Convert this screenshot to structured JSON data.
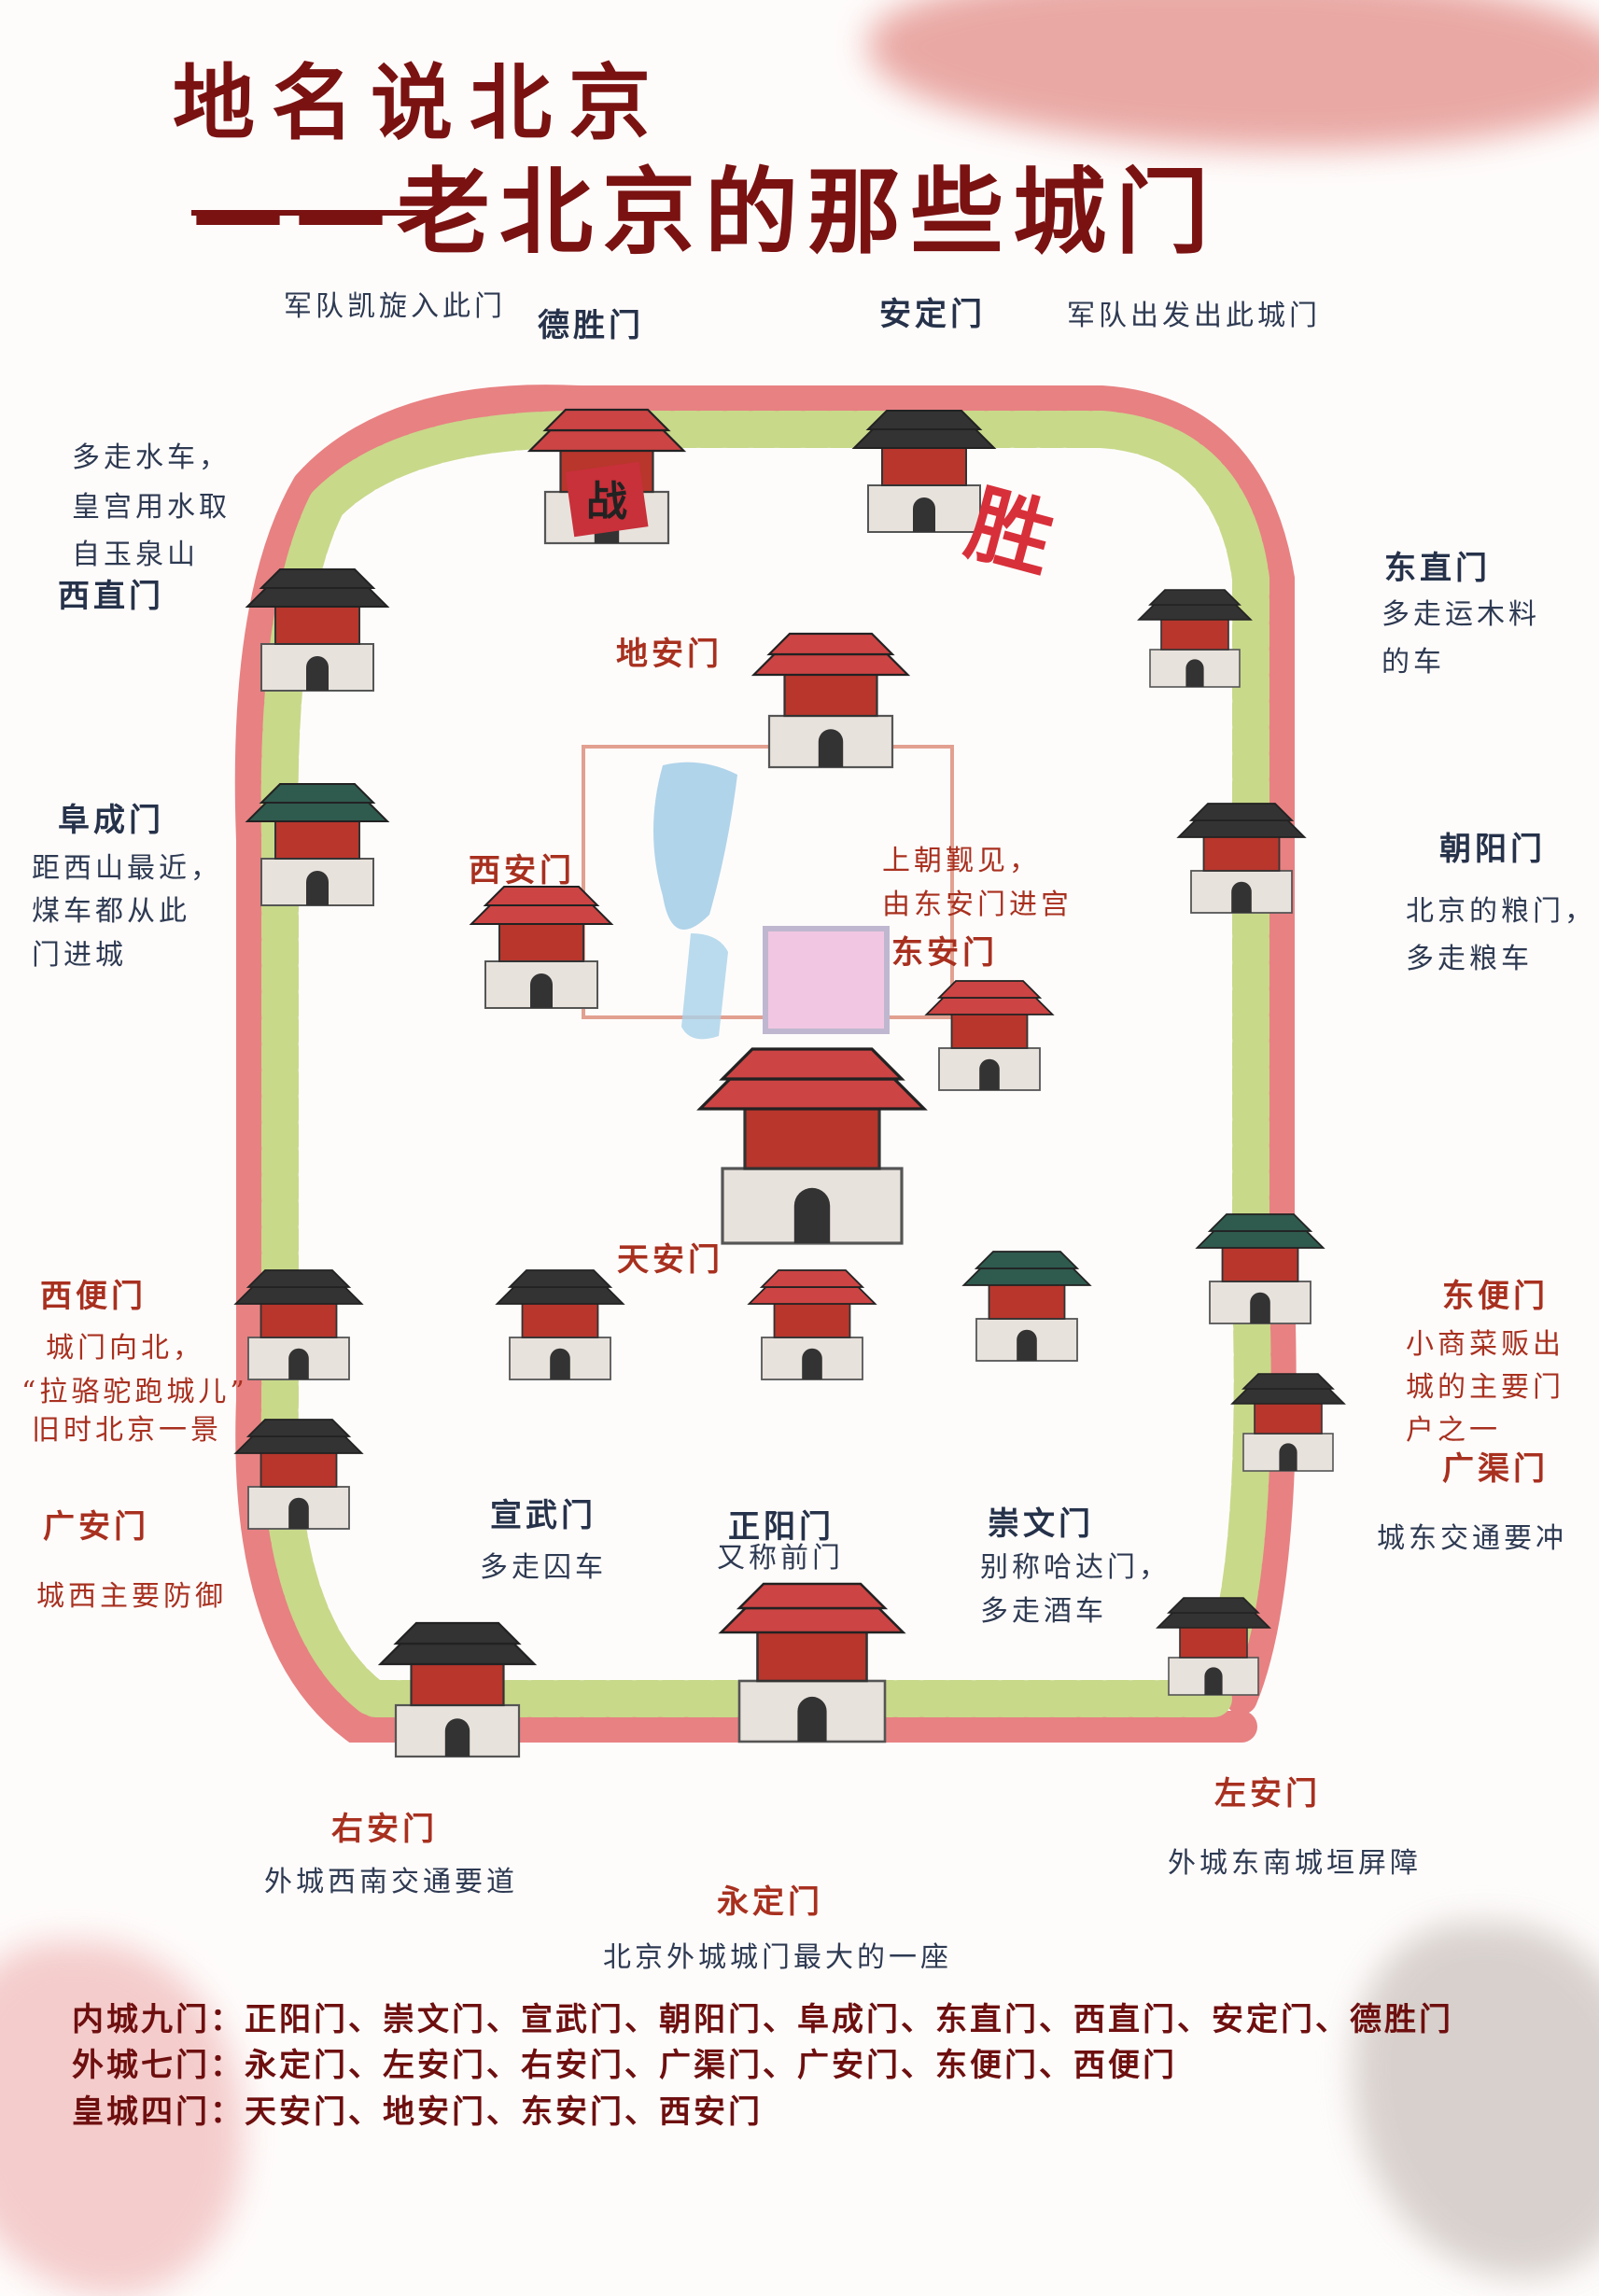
{
  "title": "地名说北京",
  "subtitle": "——老北京的那些城门",
  "colors": {
    "title": "#7a1212",
    "gate_label": "#26324a",
    "accent_red": "#a8301f",
    "wall_green": "#c8d98a",
    "wall_flame": "#e0585a"
  },
  "labels": {
    "desheng_note": "军队凯旋入此门",
    "desheng": "德胜门",
    "anding": "安定门",
    "anding_note": "军队出发出此城门",
    "xizhi_note": [
      "多走水车，",
      "皇宫用水取",
      "自玉泉山"
    ],
    "xizhi": "西直门",
    "dongzhi": "东直门",
    "dongzhi_note": [
      "多走运木料",
      "的车"
    ],
    "dian": "地安门",
    "fucheng": "阜成门",
    "fucheng_note": [
      "距西山最近，",
      "煤车都从此",
      "门进城"
    ],
    "xian": "西安门",
    "dongan_note": [
      "上朝觐见，",
      "由东安门进宫"
    ],
    "dongan": "东安门",
    "chaoyang": "朝阳门",
    "chaoyang_note": [
      "北京的粮门，",
      "多走粮车"
    ],
    "tianan": "天安门",
    "xibian": "西便门",
    "xibian_note": [
      "城门向北，",
      "“拉骆驼跑城儿”",
      "旧时北京一景"
    ],
    "dongbian": "东便门",
    "dongbian_note": [
      "小商菜贩出",
      "城的主要门",
      "户之一"
    ],
    "guangqu": "广渠门",
    "guangqu_note": "城东交通要冲",
    "guangan": "广安门",
    "guangan_note": "城西主要防御",
    "xuanwu": "宣武门",
    "xuanwu_note": "多走囚车",
    "zhengyang": "正阳门",
    "zhengyang_note": "又称前门",
    "chongwen": "崇文门",
    "chongwen_note": [
      "别称哈达门，",
      "多走酒车"
    ],
    "youan": "右安门",
    "youan_note": "外城西南交通要道",
    "zuoan": "左安门",
    "zuoan_note": "外城东南城垣屏障",
    "yongding": "永定门",
    "yongding_note": "北京外城城门最大的一座",
    "sign_zhan": "战",
    "sign_sheng": "胜"
  },
  "summary": [
    "内城九门：正阳门、崇文门、宣武门、朝阳门、阜成门、东直门、西直门、安定门、德胜门",
    "外城七门：永定门、左安门、右安门、广渠门、广安门、东便门、西便门",
    "皇城四门：天安门、地安门、东安门、西安门"
  ]
}
